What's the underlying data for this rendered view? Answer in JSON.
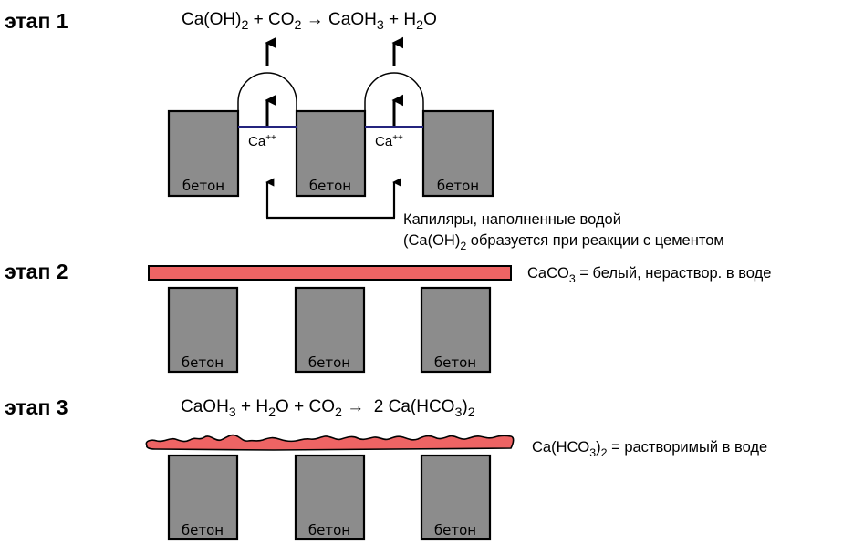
{
  "colors": {
    "concrete_fill": "#8c8c8c",
    "outline": "#000000",
    "layer_fill": "#ee6464",
    "water_line": "#24247e",
    "background": "#ffffff"
  },
  "concrete_label": "бетон",
  "stage1": {
    "label": "этап 1",
    "equation": [
      {
        "t": "Ca(OH)"
      },
      {
        "t": "2",
        "sub": true
      },
      {
        "t": " + CO"
      },
      {
        "t": "2",
        "sub": true
      },
      {
        "t": " → CaOH"
      },
      {
        "t": "3",
        "sub": true
      },
      {
        "t": " + H"
      },
      {
        "t": "2",
        "sub": true
      },
      {
        "t": "O"
      }
    ],
    "ion_label_base": "Ca",
    "ion_label_sup": "++",
    "capillary_note_line1": "Капиляры, наполненные водой",
    "capillary_note_line2": [
      {
        "t": "(Ca(OH)"
      },
      {
        "t": "2",
        "sub": true
      },
      {
        "t": " образуется при реакции с цементом"
      }
    ]
  },
  "stage2": {
    "label": "этап 2",
    "layer_note": [
      {
        "t": "CaCO"
      },
      {
        "t": "3",
        "sub": true
      },
      {
        "t": " = белый, нераствор. в воде"
      }
    ]
  },
  "stage3": {
    "label": "этап 3",
    "equation": [
      {
        "t": "CaOH"
      },
      {
        "t": "3",
        "sub": true
      },
      {
        "t": " + H"
      },
      {
        "t": "2",
        "sub": true
      },
      {
        "t": "O + CO"
      },
      {
        "t": "2",
        "sub": true
      },
      {
        "t": " →  2 Ca(HCO"
      },
      {
        "t": "3",
        "sub": true
      },
      {
        "t": ")"
      },
      {
        "t": "2",
        "sub": true
      }
    ],
    "layer_note": [
      {
        "t": "Ca(HCO"
      },
      {
        "t": "3",
        "sub": true
      },
      {
        "t": ")"
      },
      {
        "t": "2",
        "sub": true
      },
      {
        "t": " = растворимый в воде"
      }
    ]
  }
}
